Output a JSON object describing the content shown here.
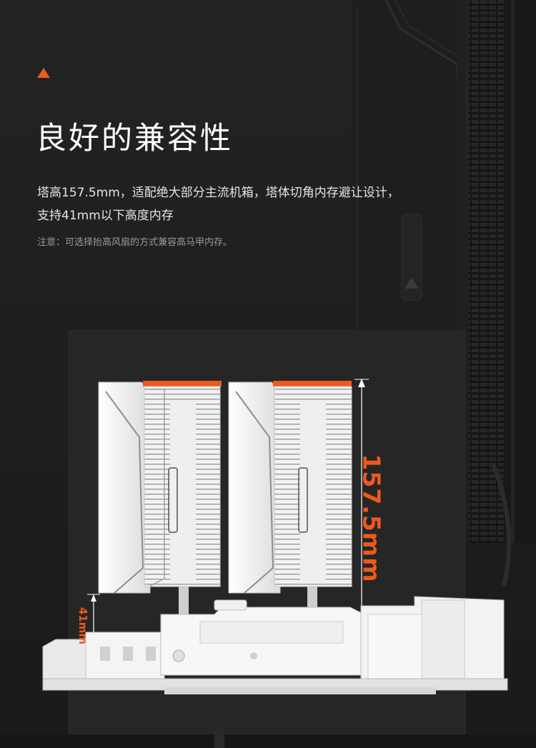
{
  "section": {
    "title": "良好的兼容性",
    "description_lines": [
      "塔高157.5mm，适配绝大部分主流机箱，塔体切角内存避让设计，",
      "支持41mm以下高度内存"
    ],
    "note": "注意：可选择抬高风扇的方式兼容高马甲内存。"
  },
  "dimensions": {
    "tower_height": "157.5mm",
    "ram_clearance": "41mm"
  },
  "colors": {
    "background": "#1c1c1c",
    "accent": "#ee5a1c",
    "title": "#ffffff",
    "body_text": "#e4e4e4",
    "note_text": "#9a9a9a"
  },
  "icons": {
    "section_marker": "orange-triangle-icon",
    "brand_logo": "brand-logo-icon"
  }
}
